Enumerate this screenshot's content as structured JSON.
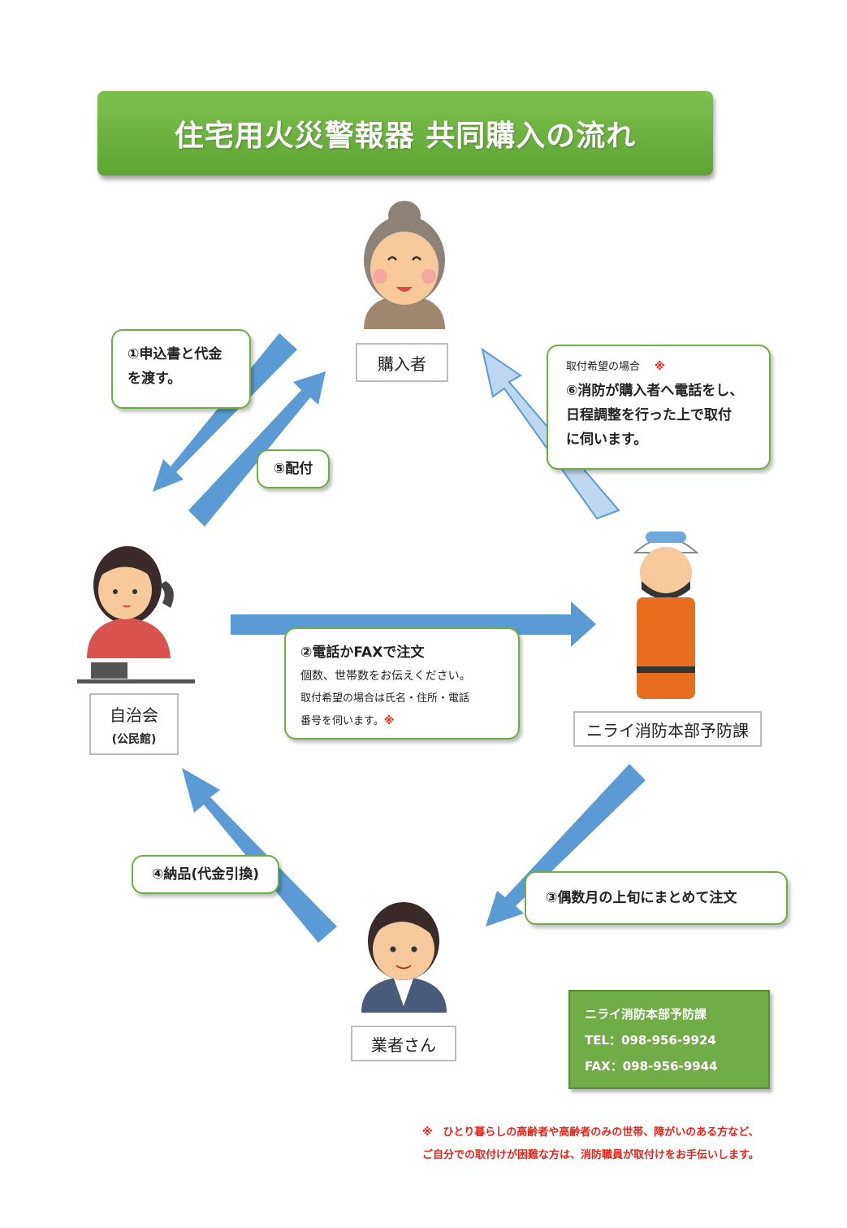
{
  "title": "住宅用火災警報器 共同購入の流れ",
  "nodes": {
    "buyer": "購入者",
    "association": "自治会",
    "association_sub": "(公民館)",
    "fire_dept": "ニライ消防本部予防課",
    "vendor": "業者さん"
  },
  "steps": {
    "s1_line1": "①申込書と代金",
    "s1_line2": "を渡す。",
    "s5": "⑤配付",
    "s6_header": "取付希望の場合",
    "s6_mark": "※",
    "s6_line1": "⑥消防が購入者へ電話をし、",
    "s6_line2": "日程調整を行った上で取付",
    "s6_line3": "に伺います。",
    "s2_title": "②電話かFAXで注文",
    "s2_line1": "個数、世帯数をお伝えください。",
    "s2_line2": "取付希望の場合は氏名・住所・電話",
    "s2_line3": "番号を伺います。",
    "s2_mark": "※",
    "s3": "③偶数月の上旬にまとめて注文",
    "s4": "④納品(代金引換)"
  },
  "contact": {
    "name": "ニライ消防本部予防課",
    "tel": "TEL：098-956-9924",
    "fax": "FAX：098-956-9944"
  },
  "note": {
    "line1": "※　ひとり暮らしの高齢者や高齢者のみの世帯、障がいのある方など、",
    "line2": "ご自分での取付けが困難な方は、消防職員が取付けをお手伝いします。"
  },
  "colors": {
    "title_green": "#70ad47",
    "arrow_blue": "#5b9bd5",
    "arrow_light": "#bdd7ee",
    "note_red": "#e0261b"
  }
}
